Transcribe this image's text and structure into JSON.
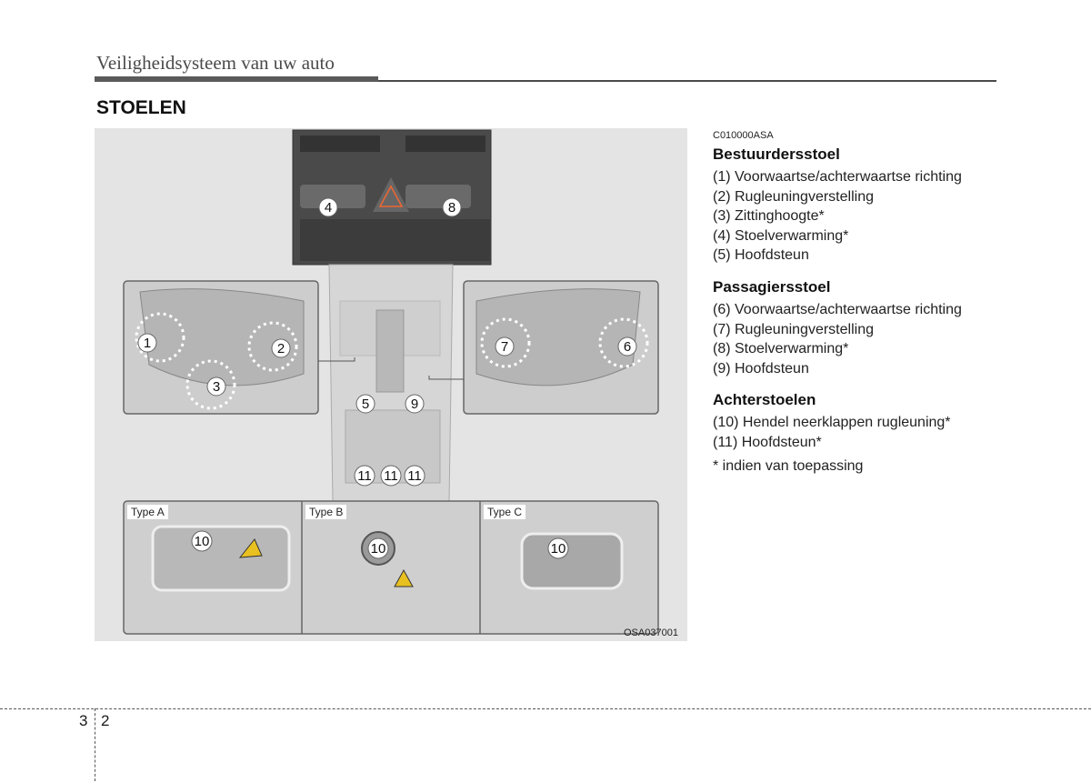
{
  "header": {
    "title": "Veiligheidsysteem van uw auto"
  },
  "section_title": "STOELEN",
  "figure": {
    "code": "OSA037001",
    "callouts": [
      "1",
      "2",
      "3",
      "4",
      "5",
      "6",
      "7",
      "8",
      "9",
      "10",
      "11"
    ],
    "types": [
      "Type A",
      "Type B",
      "Type C"
    ]
  },
  "content": {
    "ref_code": "C010000ASA",
    "groups": [
      {
        "title": "Bestuurdersstoel",
        "items": [
          "(1) Voorwaartse/achterwaartse richting",
          "(2) Rugleuningverstelling",
          "(3) Zittinghoogte*",
          "(4) Stoelverwarming*",
          "(5) Hoofdsteun"
        ]
      },
      {
        "title": "Passagiersstoel",
        "items": [
          "(6) Voorwaartse/achterwaartse richting",
          "(7) Rugleuningverstelling",
          "(8) Stoelverwarming*",
          "(9) Hoofdsteun"
        ]
      },
      {
        "title": "Achterstoelen",
        "items": [
          "(10) Hendel neerklappen rugleuning*",
          "(11) Hoofdsteun*"
        ]
      }
    ],
    "note": "* indien van toepassing"
  },
  "page": {
    "chapter": "3",
    "number": "2"
  }
}
